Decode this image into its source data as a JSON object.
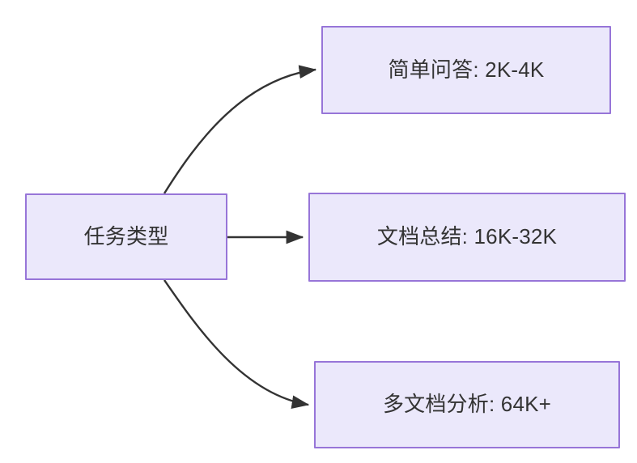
{
  "diagram": {
    "title": "任务类型",
    "type": "flowchart",
    "direction": "left-to-right",
    "background_color": "#ffffff",
    "node_fill_color": "#ebe8fb",
    "node_border_color": "#9775d8",
    "node_text_color": "#333333",
    "edge_color": "#333333",
    "nodes": [
      {
        "id": "root",
        "label": "任务类型",
        "role": "root"
      },
      {
        "id": "simple-qa",
        "label": "简单问答: 2K-4K",
        "role": "leaf"
      },
      {
        "id": "doc-summary",
        "label": "文档总结: 16K-32K",
        "role": "leaf"
      },
      {
        "id": "multi-doc",
        "label": "多文档分析: 64K+",
        "role": "leaf"
      }
    ],
    "edges": [
      {
        "id": "edge-root-simple-qa",
        "from": "root",
        "to": "simple-qa",
        "label": "",
        "style": "curved-arrow"
      },
      {
        "id": "edge-root-doc-summary",
        "from": "root",
        "to": "doc-summary",
        "label": "",
        "style": "straight-arrow"
      },
      {
        "id": "edge-root-multi-doc",
        "from": "root",
        "to": "multi-doc",
        "label": "",
        "style": "curved-arrow"
      }
    ]
  }
}
